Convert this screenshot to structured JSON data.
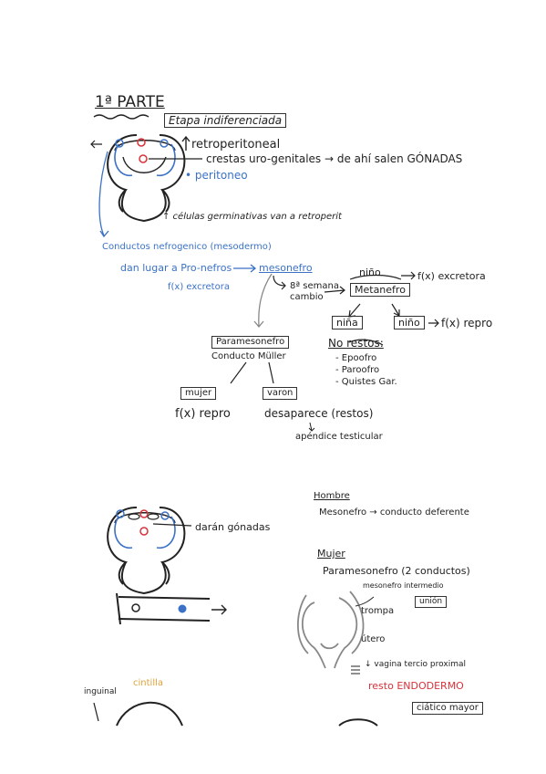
{
  "colors": {
    "ink": "#222222",
    "blue": "#3b72c6",
    "red": "#d8323a",
    "yellow": "#e0a23a"
  },
  "part1": {
    "heading": "1ª PARTE",
    "stage_box": "Etapa indiferenciada",
    "retroperitoneal": "retroperitoneal",
    "crestas": "crestas uro-genitales → de ahí salen GÓNADAS",
    "peritoneo": "• peritoneo",
    "celulas": "↑ células germinativas van a retroperit",
    "conducto_nefrogenico": "Conductos nefrogenico (mesodermo)",
    "dan_lugar": "dan lugar a Pro-nefros",
    "mesonefro": "mesonefro",
    "fx_excretora": "f(x) excretora",
    "semana_cambio": "8ª semana cambio",
    "nino": "niño",
    "metanefro": "Metanefro",
    "fx_excretora2": "f(x) excretora",
    "nina_box": "niña",
    "nino_box": "niño",
    "fx_repro": "f(x) repro",
    "no_restos": "No restos:",
    "epoofro": "- Epoofro",
    "paroofro": "- Paroofro",
    "quistes": "- Quistes Gar.",
    "paramesonefro": "Paramesonefro",
    "conducto_muller": "Conducto Müller",
    "mujer_box": "mujer",
    "varon_box": "varon",
    "fx_repro2": "f(x) repro",
    "desaparece": "desaparece (restos)",
    "apendice": "apéndice testicular"
  },
  "part2": {
    "daran_gonadas": "darán gónadas",
    "hombre": "Hombre",
    "hombre_line": "Mesonefro → conducto deferente",
    "mujer": "Mujer",
    "paramesonefro2": "Paramesonefro (2 conductos)",
    "mesonefro_intermedio": "mesonefro intermedio",
    "union_box": "unión",
    "trompa": "trompa",
    "utero": "útero",
    "vagina": "↓ vagina  tercio proximal",
    "resto_endodermo": "resto ENDODERMO",
    "inguinal": "inguinal",
    "cintilla": "cintilla",
    "ciatico_box": "ciático mayor"
  }
}
